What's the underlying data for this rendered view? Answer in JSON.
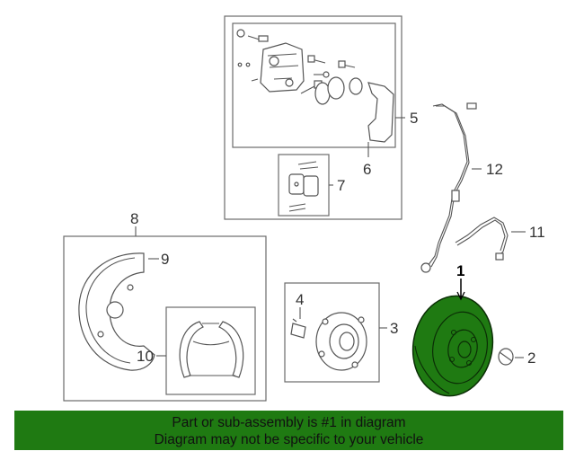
{
  "callouts": {
    "c1": "1",
    "c2": "2",
    "c3": "3",
    "c4": "4",
    "c5": "5",
    "c6": "6",
    "c7": "7",
    "c8": "8",
    "c9": "9",
    "c10": "10",
    "c11": "11",
    "c12": "12"
  },
  "highlight_color": "#1f7a12",
  "banner": {
    "line1": "Part or sub-assembly is #1 in diagram",
    "line2": "Diagram may not be specific to your vehicle"
  }
}
